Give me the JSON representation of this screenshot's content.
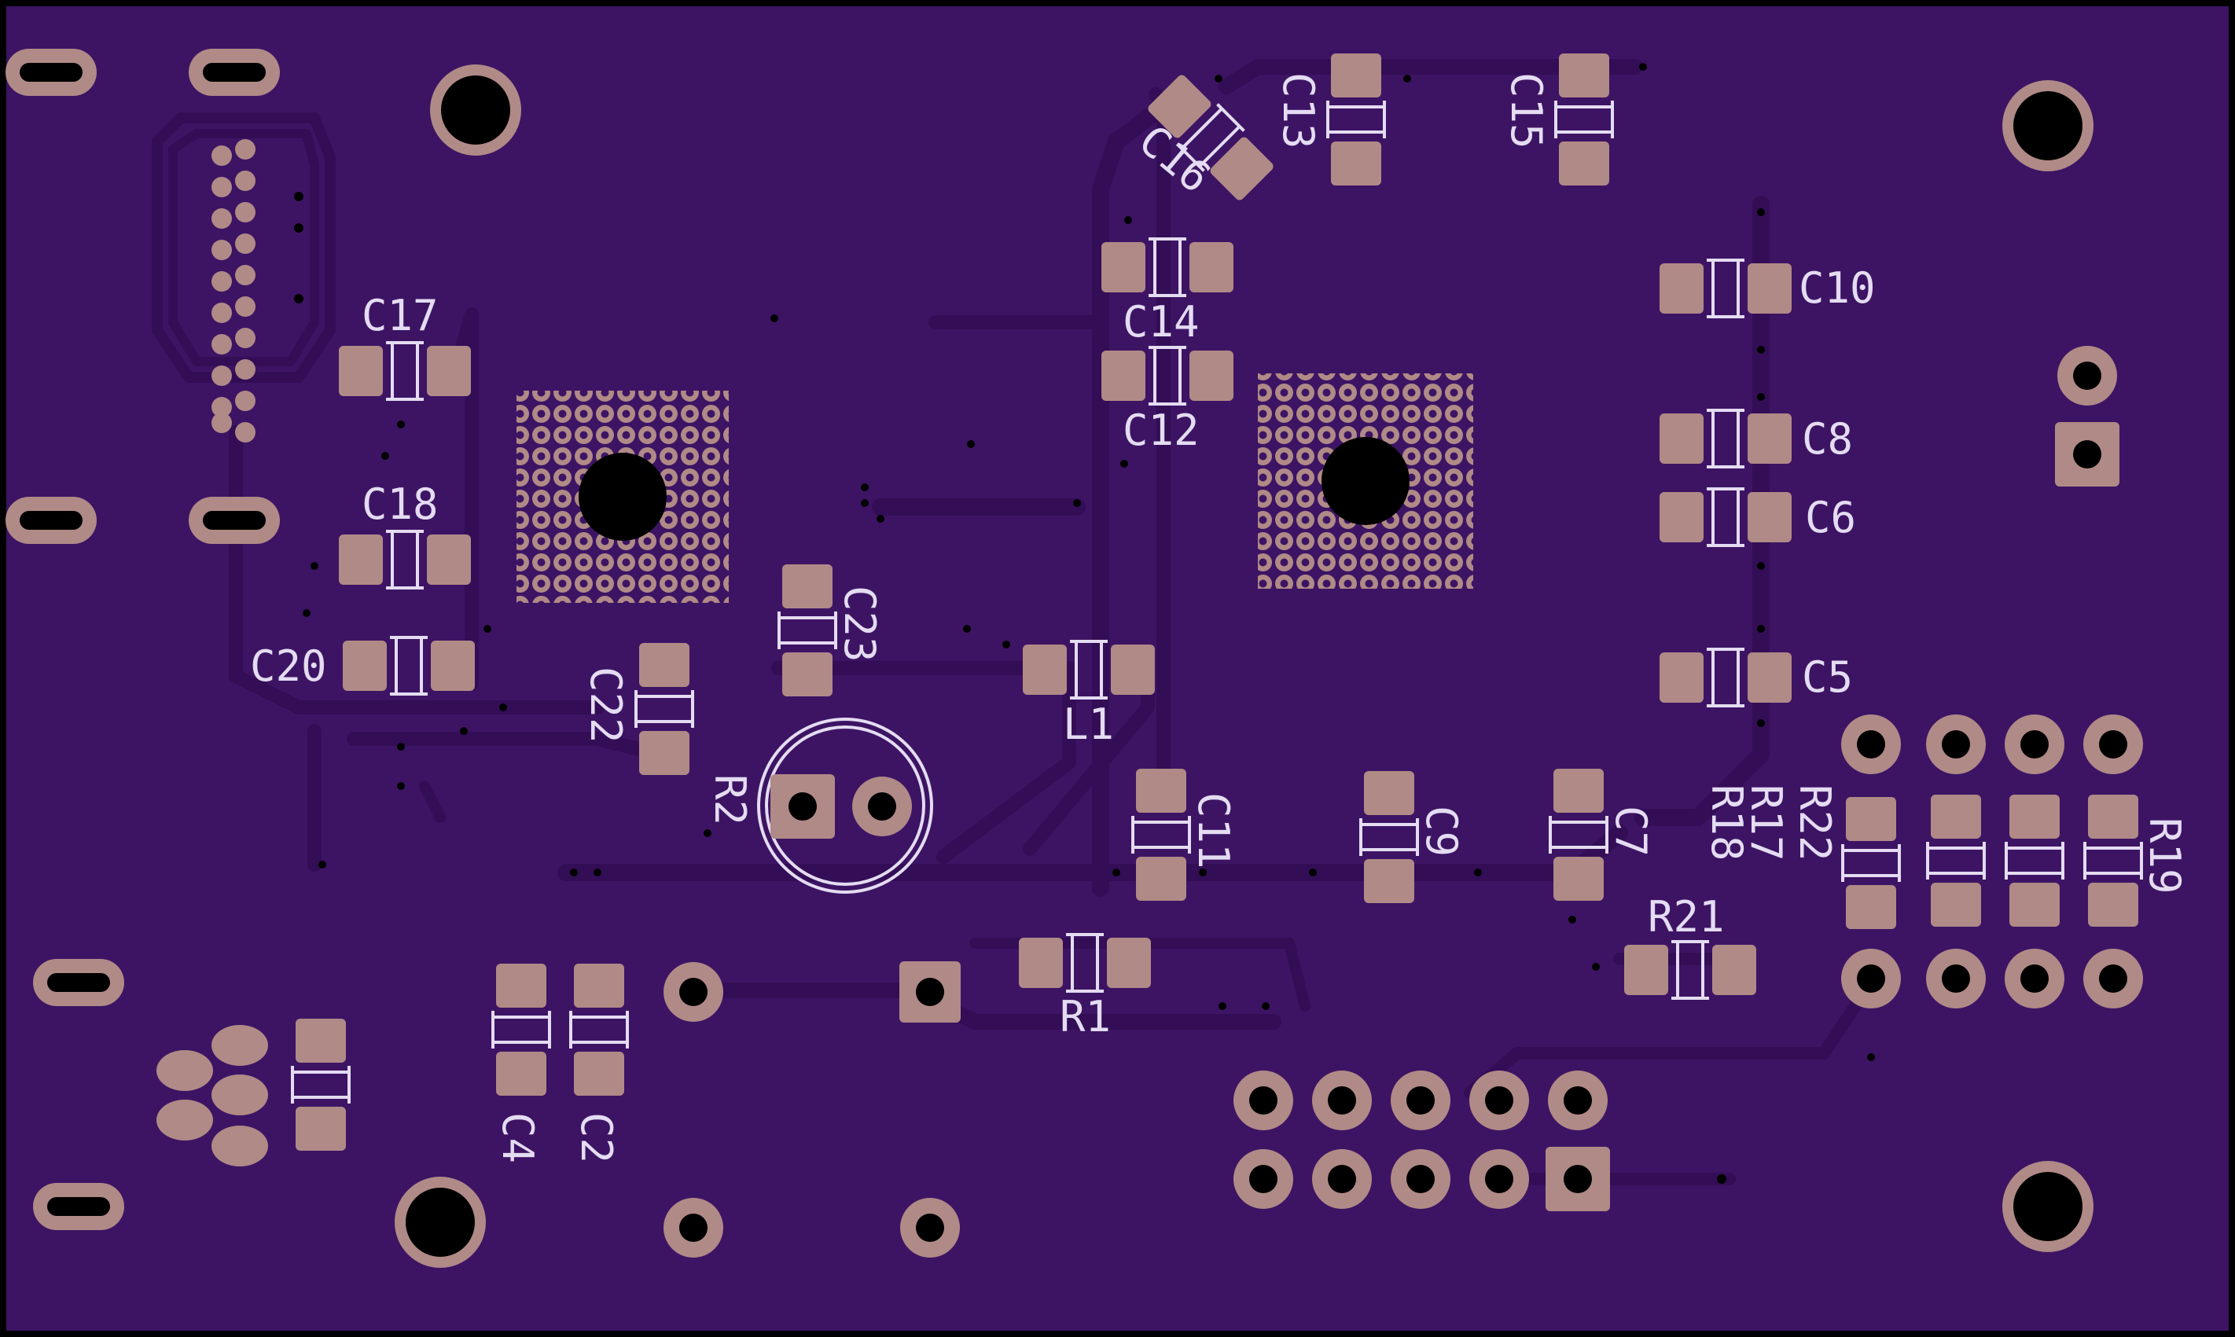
{
  "board": {
    "colors": {
      "outline": "#000000",
      "substrate": "#3d1464",
      "trace": "#330d56",
      "copper_pad": "#b08a86",
      "silkscreen": "#e4dcf2",
      "drill": "#000000"
    }
  },
  "labels": {
    "c17": "C17",
    "c18": "C18",
    "c20": "C20",
    "c22": "C22",
    "c23": "C23",
    "c16": "C16",
    "c13": "C13",
    "c15": "C15",
    "c14": "C14",
    "c12": "C12",
    "c10": "C10",
    "c8": "C8",
    "c6": "C6",
    "c5": "C5",
    "l1": "L1",
    "r2": "R2",
    "c11": "C11",
    "c9": "C9",
    "c7": "C7",
    "r18": "R18",
    "r17": "R17",
    "r22": "R22",
    "r19": "R19",
    "r21": "R21",
    "r1": "R1",
    "c4": "C4",
    "c2": "C2"
  }
}
